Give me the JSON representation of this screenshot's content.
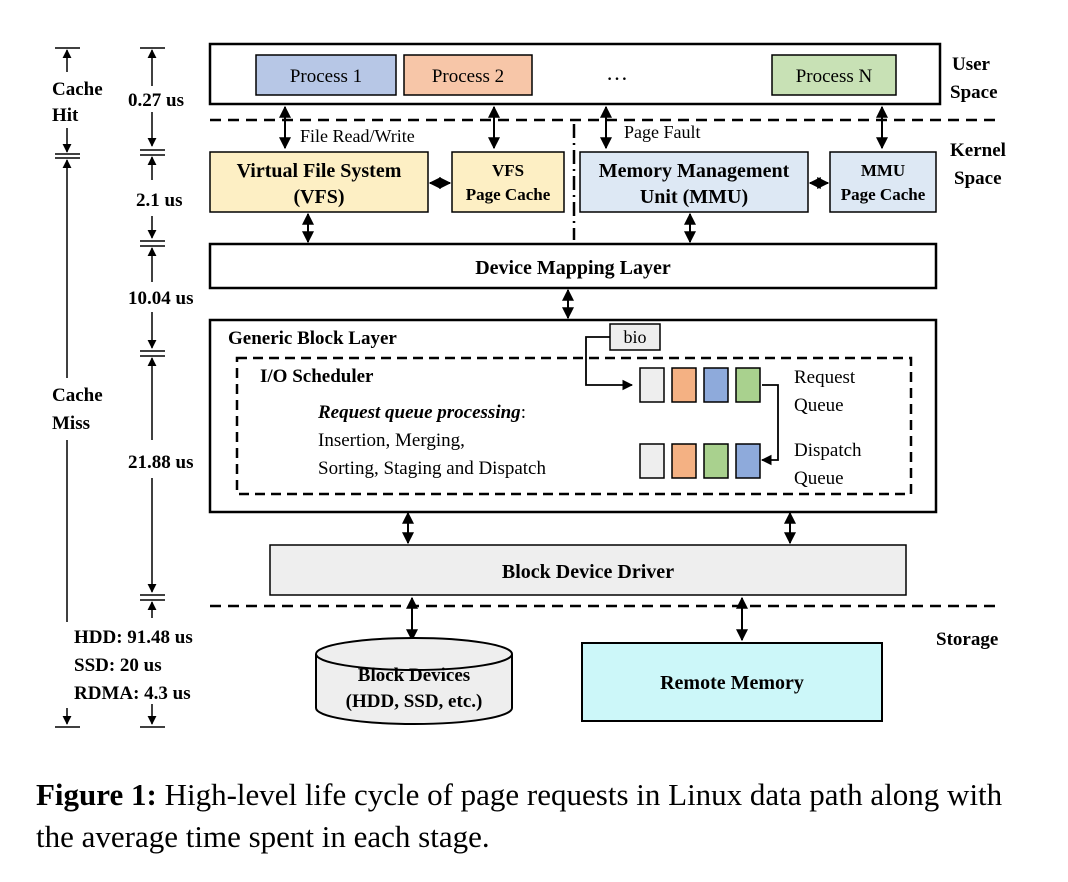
{
  "colors": {
    "process1": "#b7c7e6",
    "process2": "#f7c6a8",
    "processN": "#c8e1b5",
    "vfs": "#fdefc4",
    "mmu": "#dde8f4",
    "grey": "#eeeeee",
    "remote": "#ccf7f9",
    "q_grey": "#eeeeee",
    "q_orange": "#f4b183",
    "q_blue": "#8eaadb",
    "q_green": "#a9d18e"
  },
  "left_axis": {
    "cache_hit": [
      "Cache",
      "Hit"
    ],
    "cache_miss": [
      "Cache",
      "Miss"
    ],
    "t_user": "0.27 us",
    "t_kernel": "2.1 us",
    "t_dml": "10.04 us",
    "t_block": "21.88 us",
    "devices": [
      "HDD: 91.48 us",
      "SSD: 20 us",
      "RDMA: 4.3 us"
    ]
  },
  "right_labels": {
    "user": [
      "User",
      "Space"
    ],
    "kernel": [
      "Kernel",
      "Space"
    ],
    "storage": "Storage"
  },
  "user_space": {
    "process1": "Process 1",
    "process2": "Process 2",
    "ellipsis": "…",
    "processN": "Process N"
  },
  "arrows": {
    "file_rw": "File Read/Write",
    "page_fault": "Page Fault"
  },
  "kernel": {
    "vfs": [
      "Virtual File System",
      "(VFS)"
    ],
    "vfs_cache": [
      "VFS",
      "Page Cache"
    ],
    "mmu": [
      "Memory Management",
      "Unit (MMU)"
    ],
    "mmu_cache": [
      "MMU",
      "Page Cache"
    ],
    "dml": "Device Mapping Layer",
    "gbl": "Generic Block Layer",
    "bio": "bio",
    "io_sched": "I/O Scheduler",
    "rq_title": "Request queue processing",
    "rq_colon": ":",
    "rq_line1": "Insertion, Merging,",
    "rq_line2": "Sorting, Staging and Dispatch",
    "request_queue": [
      "Request",
      "Queue"
    ],
    "dispatch_queue": [
      "Dispatch",
      "Queue"
    ],
    "driver": "Block Device Driver"
  },
  "storage": {
    "block_devices": [
      "Block Devices",
      "(HDD, SSD, etc.)"
    ],
    "remote": "Remote Memory"
  },
  "caption": {
    "label": "Figure 1:",
    "text": " High-level life cycle of page requests in Linux data path along with the average time spent in each stage."
  }
}
